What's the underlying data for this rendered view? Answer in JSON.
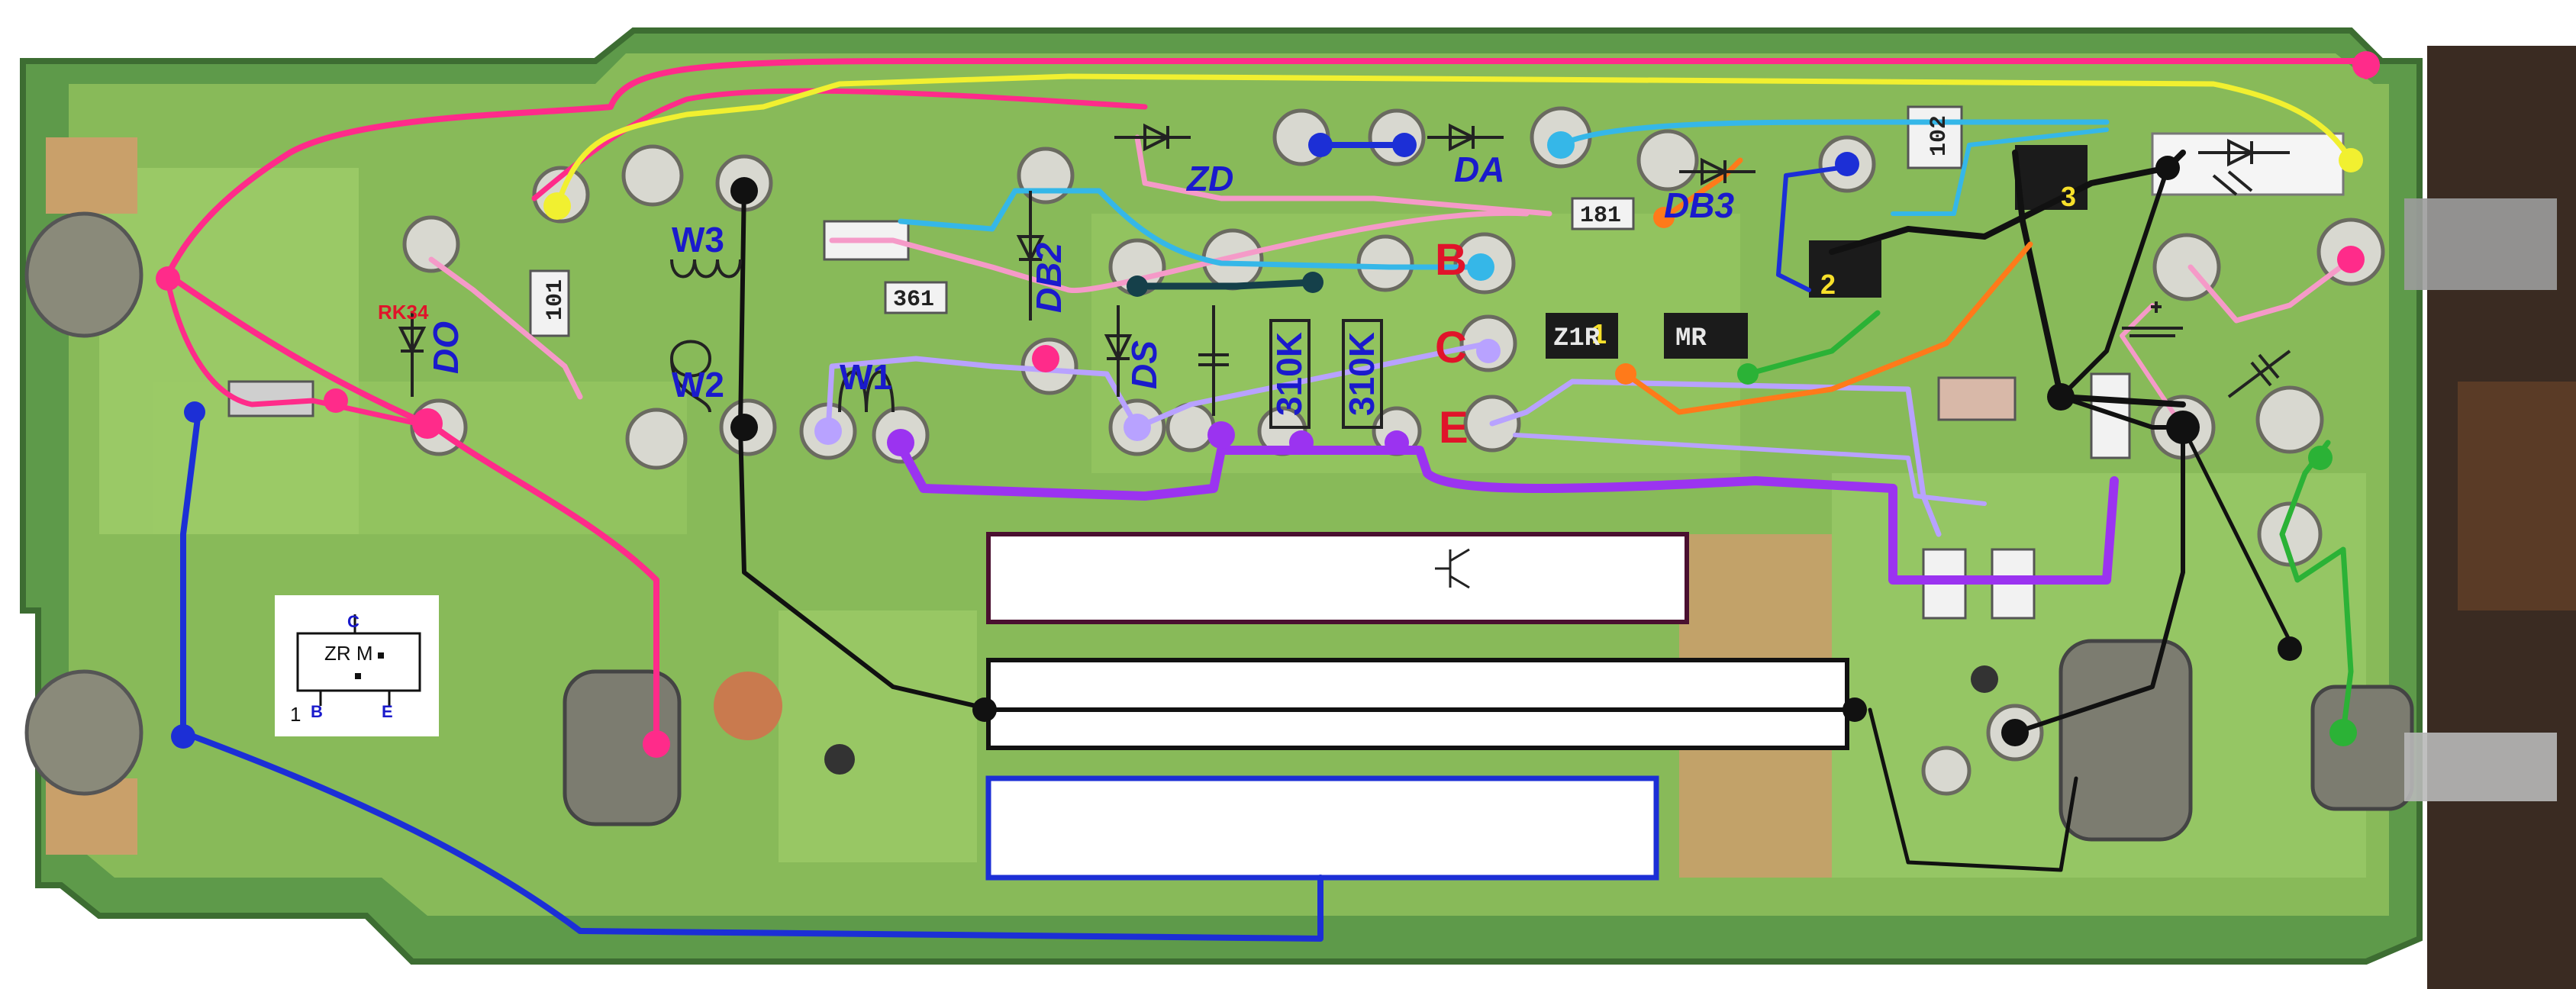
{
  "labels": {
    "zd": "ZD",
    "da": "DA",
    "db3": "DB3",
    "db2": "DB2",
    "ds": "DS",
    "do": "DO",
    "rk34": "RK34",
    "w1": "W1",
    "w2": "W2",
    "w3": "W3",
    "b": "B",
    "c": "C",
    "e": "E",
    "r1": "310K",
    "r2": "310K",
    "chip1": "1",
    "chip2": "2",
    "chip3": "3"
  },
  "smd_codes": {
    "chip1_marking": "Z1R",
    "chip_mr_marking": "MR",
    "res_181": "181",
    "res_361": "361",
    "res_101": "101",
    "res_102": "102"
  },
  "inset": {
    "title": "ZR M",
    "pin_c": "C",
    "pin_b": "B",
    "pin_e": "E",
    "pin_1": "1"
  },
  "colors": {
    "board": "#5e9a4a",
    "copper_trace": "#a7d470",
    "pad": "#c9a06a",
    "wire_pink": "#ff2b8a",
    "wire_light_pink": "#f59ac8",
    "wire_blue": "#1c2fd6",
    "wire_cyan": "#35b7e8",
    "wire_yellow": "#f1f030",
    "wire_violet": "#9b33f0",
    "wire_lavender": "#b8a2ff",
    "wire_black": "#111111",
    "wire_orange": "#ff7a1a",
    "wire_green": "#2bb236",
    "wire_darkteal": "#15404a"
  }
}
